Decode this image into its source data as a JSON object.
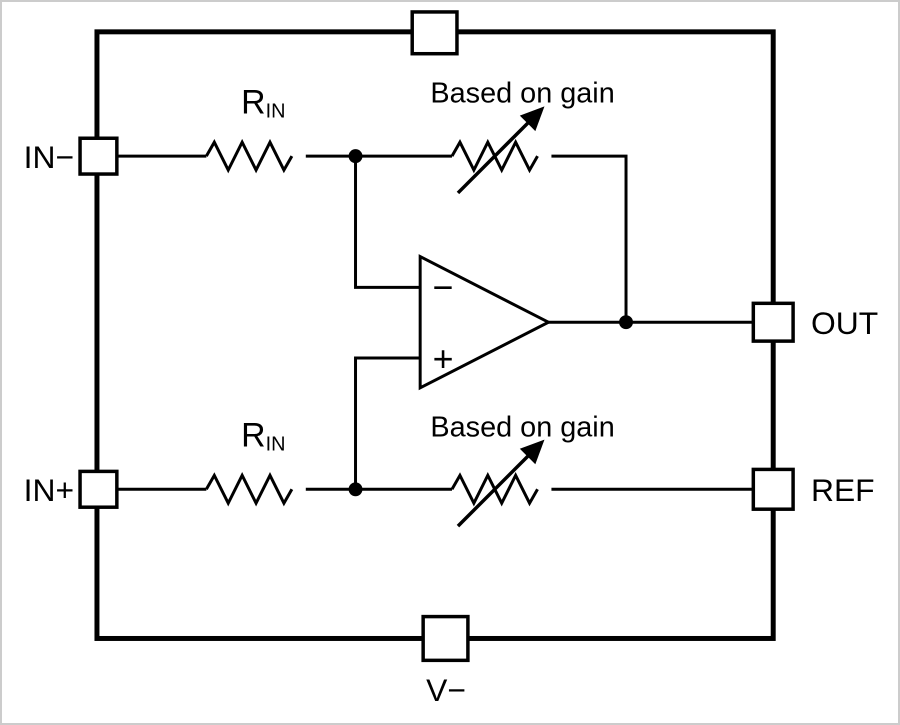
{
  "pins": {
    "in_minus": "IN−",
    "in_plus": "IN+",
    "out": "OUT",
    "ref": "REF",
    "v_minus": "V−"
  },
  "components": {
    "r_symbol": "R",
    "r_subscript": "IN",
    "gain_note": "Based on gain",
    "opamp_minus": "−",
    "opamp_plus": "+"
  },
  "colors": {
    "line": "#000000",
    "background": "#ffffff"
  }
}
